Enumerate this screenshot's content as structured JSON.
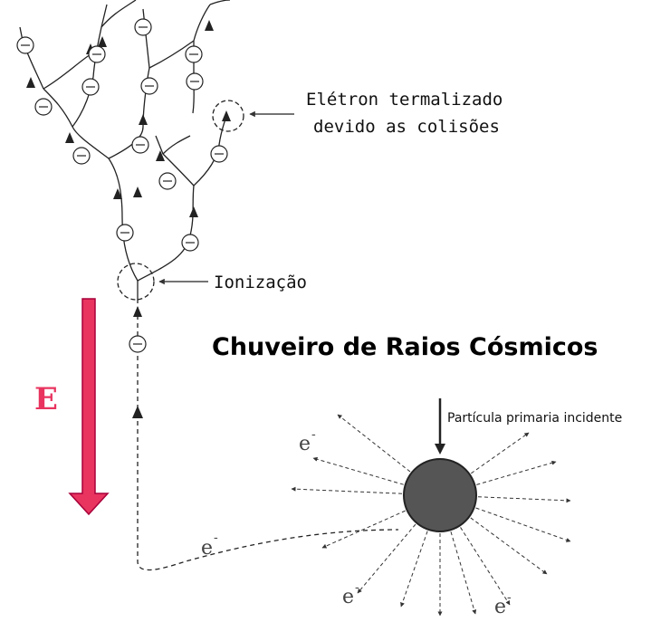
{
  "title": "Chuveiro de Raios Cósmicos",
  "labels": {
    "thermalized_line1": "Elétron termalizado",
    "thermalized_line2": "devido as colisões",
    "ionization": "Ionização",
    "primary": "Partícula primaria incidente",
    "field": "E",
    "electron": "e",
    "electron_sup": "-",
    "electron_symbol": "⊖"
  },
  "colors": {
    "field_arrow": "#e8345f",
    "field_outline": "#a8003a",
    "nucleus": "#555555"
  }
}
